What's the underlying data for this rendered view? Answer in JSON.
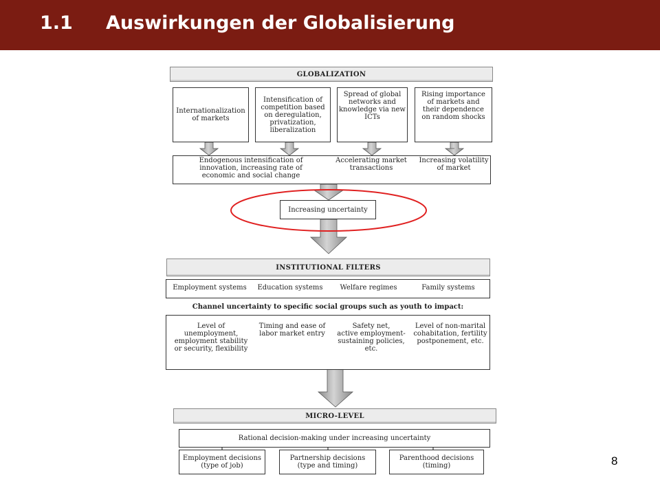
{
  "header": {
    "section_number": "1.1",
    "title": "Auswirkungen der Globalisierung",
    "color": "#7b1c12"
  },
  "page_number": "8",
  "diagram": {
    "globalization": {
      "title": "GLOBALIZATION",
      "drivers": [
        "Internationalization\nof markets",
        "Intensification of\ncompetition based\non deregulation,\nprivatization,\nliberalization",
        "Spread of global\nnetworks and\nknowledge via new\nICTs",
        "Rising importance\nof markets and\ntheir dependence\non random shocks"
      ],
      "effects": [
        "Endogenous intensification of\ninnovation, increasing rate of\neconomic and social change",
        "Accelerating market\ntransactions",
        "Increasing volatility\nof market"
      ]
    },
    "uncertainty": {
      "label": "Increasing uncertainty",
      "highlight_color": "#e02020"
    },
    "institutional": {
      "title": "INSTITUTIONAL FILTERS",
      "filters": [
        "Employment systems",
        "Education systems",
        "Welfare regimes",
        "Family systems"
      ],
      "channel_text": "Channel uncertainty to specific social groups such as youth to impact:",
      "impacts": [
        "Level of\nunemployment,\nemployment stability\nor security, flexibility",
        "Timing and ease of\nlabor market entry",
        "Safety net,\nactive employment-\nsustaining policies,\netc.",
        "Level of non-marital\ncohabitation, fertility\npostponement, etc."
      ]
    },
    "micro": {
      "title": "MICRO-LEVEL",
      "rational": "Rational decision-making under increasing uncertainty",
      "decisions": [
        "Employment decisions\n(type of job)",
        "Partnership decisions\n(type and timing)",
        "Parenthood decisions\n(timing)"
      ]
    }
  }
}
